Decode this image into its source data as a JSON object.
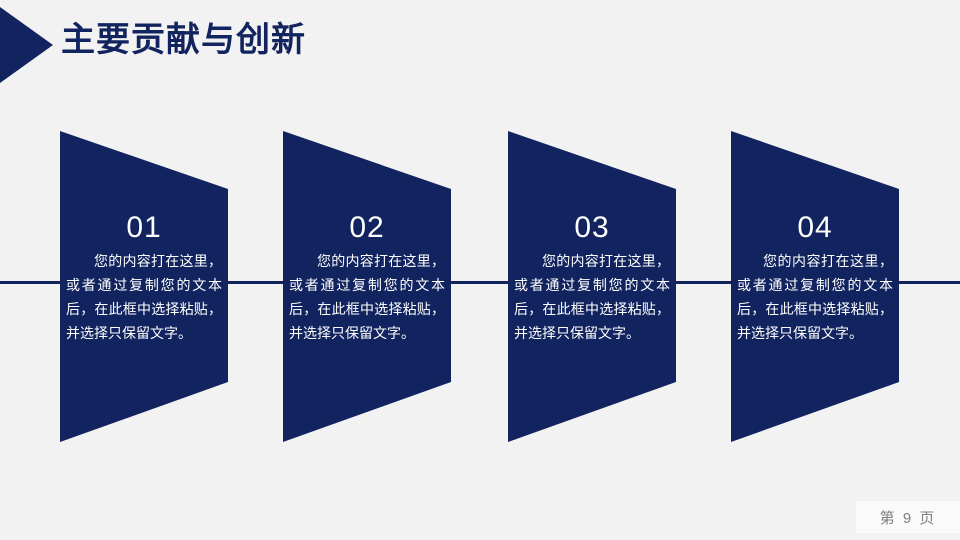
{
  "slide": {
    "background_color": "#f2f2f2",
    "accent_color": "#12245f",
    "title": "主要贡献与创新",
    "title_arrow_icon": "triangle-right-icon",
    "divider_icon": "horizontal-rule"
  },
  "cards": [
    {
      "number": "01",
      "text": "您的内容打在这里，或者通过复制您的文本后，在此框中选择粘贴，并选择只保留文字。"
    },
    {
      "number": "02",
      "text": "您的内容打在这里，或者通过复制您的文本后，在此框中选择粘贴，并选择只保留文字。"
    },
    {
      "number": "03",
      "text": "您的内容打在这里，或者通过复制您的文本后，在此框中选择粘贴，并选择只保留文字。"
    },
    {
      "number": "04",
      "text": "您的内容打在这里，或者通过复制您的文本后，在此框中选择粘贴，并选择只保留文字。"
    }
  ],
  "footer": {
    "page_number_label": "第 9 页"
  }
}
